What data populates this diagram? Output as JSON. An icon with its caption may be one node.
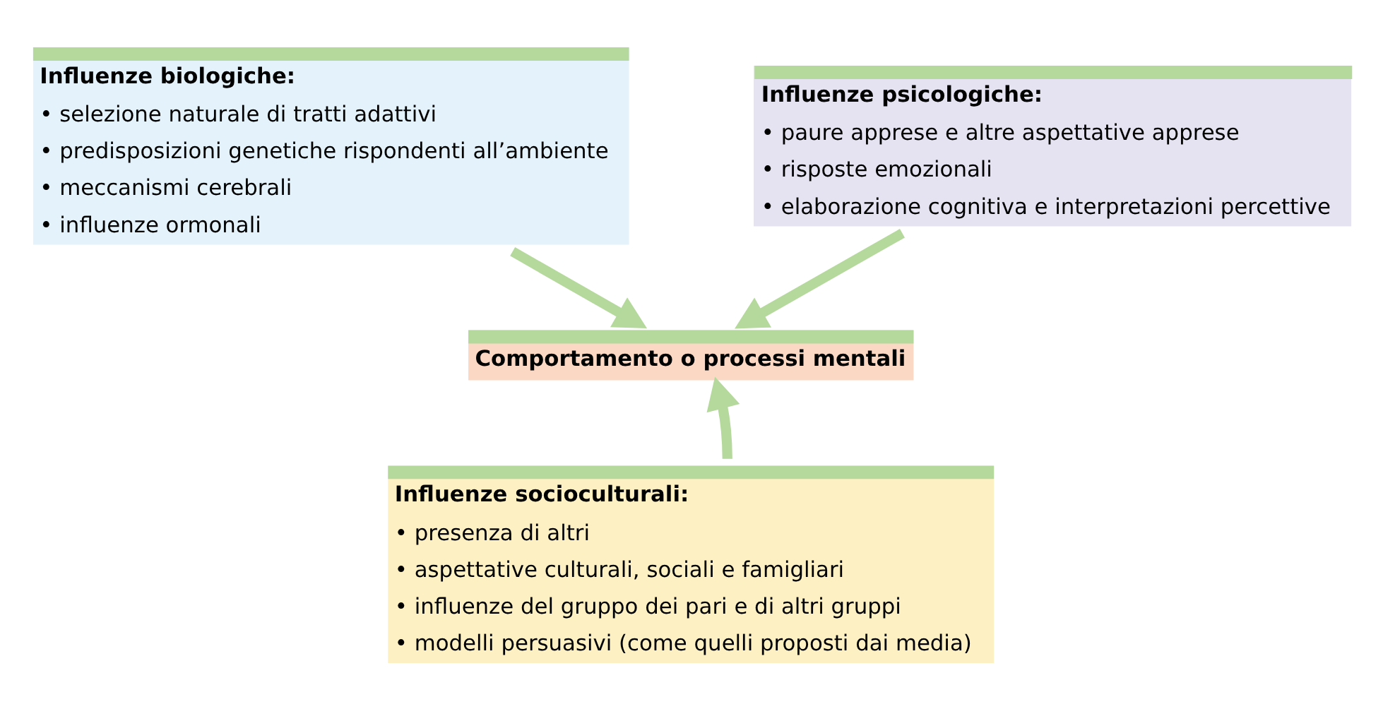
{
  "diagram": {
    "nodes": [
      {
        "text": [
          "Influenze biologiche:",
          "• selezione naturale di tratti adattivi",
          "• predisposizioni genetiche rispondenti all’ambiente",
          "• meccanismi cerebrali",
          "• influenze ormonali"
        ]
      },
      {
        "text": [
          "Influenze psicologiche:",
          "• paure apprese e altre aspettative apprese",
          "• risposte emozionali",
          "• elaborazione cognitiva e interpretazioni percettive"
        ]
      },
      {
        "text": [
          "Influenze socioculturali:",
          "• presenza di altri",
          "• aspettative culturali, sociali e famigliari",
          "• influenze del gruppo dei pari e di altri gruppi",
          "• modelli persuasivi (come quelli proposti dai media)"
        ]
      },
      {
        "text": [
          "Comportamento o processi mentali"
        ]
      }
    ],
    "edges": [
      {
        "from": 0,
        "to": 3,
        "arrow": "to"
      },
      {
        "from": 1,
        "to": 3,
        "arrow": "to"
      },
      {
        "from": 2,
        "to": 3,
        "arrow": "to"
      }
    ]
  }
}
